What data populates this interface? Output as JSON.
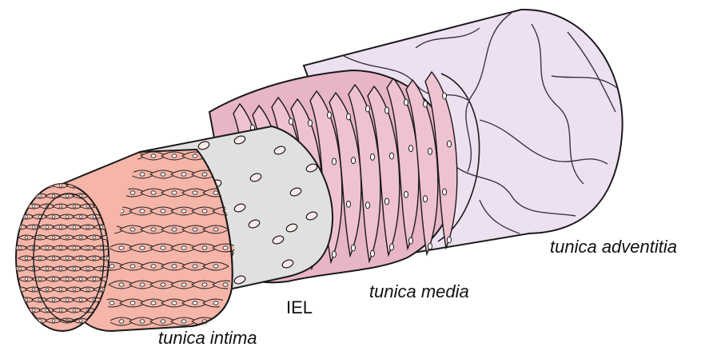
{
  "labels": {
    "adventitia": "tunica adventitia",
    "media": "tunica media",
    "iel": "IEL",
    "intima": "tunica intima"
  },
  "colors": {
    "adventitia": "#ede1f1",
    "media": "#e8b5c4",
    "media_cell": "#efc2cf",
    "iel": "#e0e0e0",
    "intima": "#f5b5a8",
    "outline": "#1a1a1a",
    "fiber": "#3d3248"
  }
}
